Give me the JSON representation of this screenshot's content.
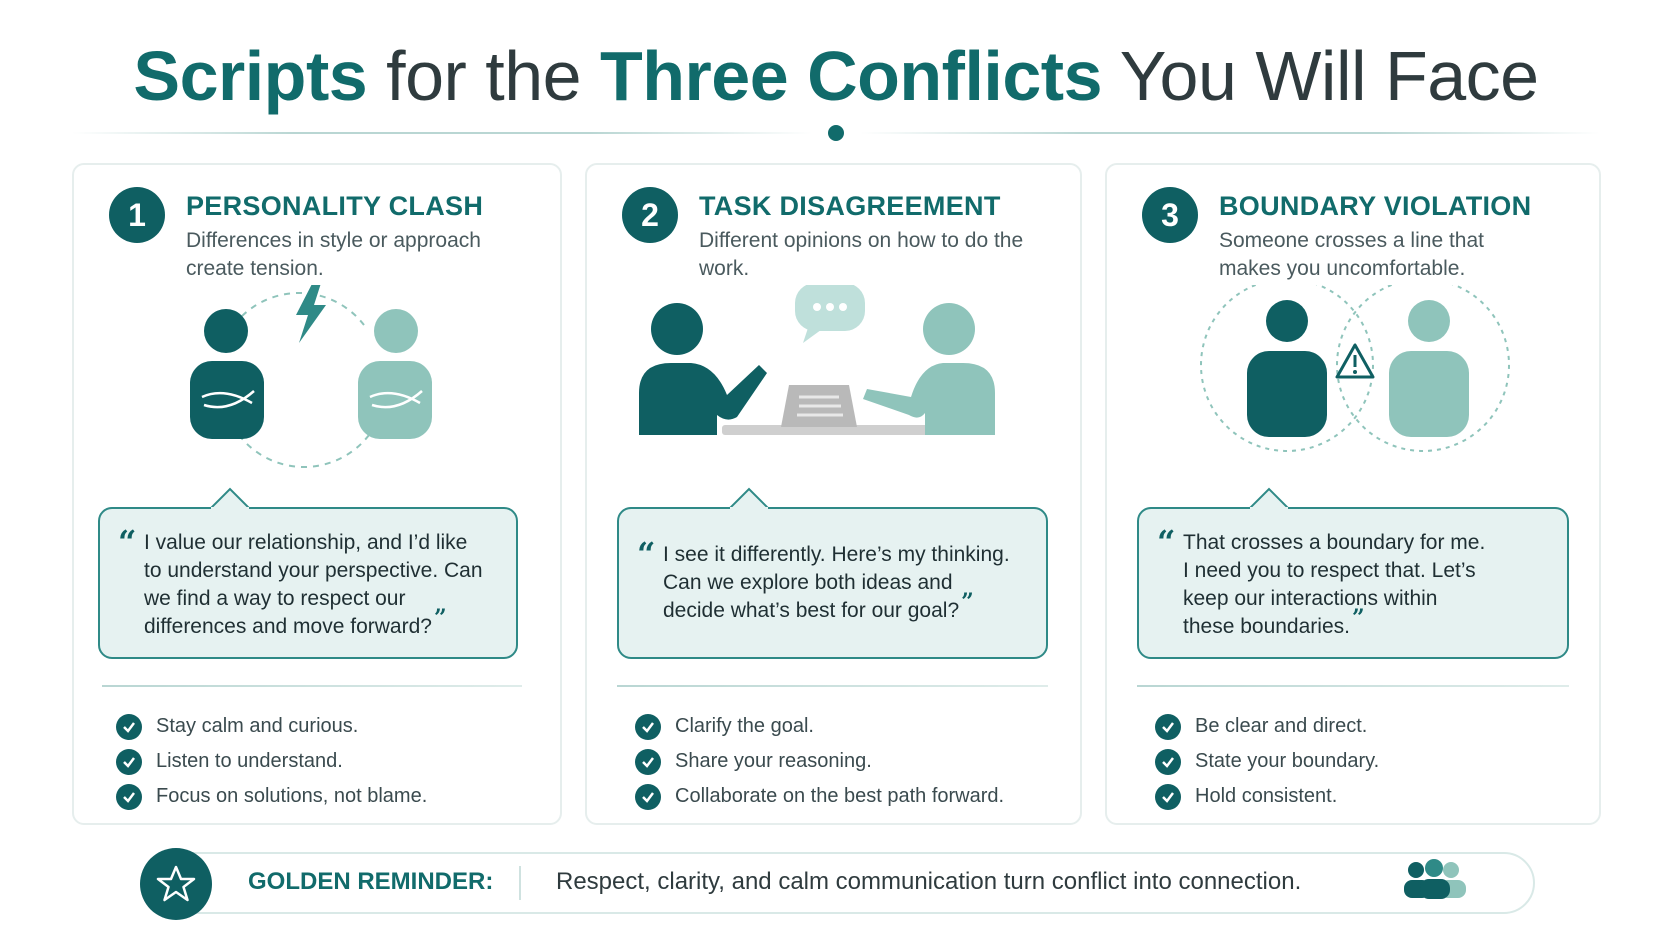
{
  "title": {
    "part1": "Scripts",
    "part2": " for the ",
    "part3": "Three Conflicts",
    "part4": " You Will Face"
  },
  "colors": {
    "primary": "#0f5f62",
    "accent": "#116b6b",
    "secondary": "#8fc4bb",
    "bubble_bg": "#e6f2f1"
  },
  "cards": [
    {
      "number": "1",
      "title": "PERSONALITY CLASH",
      "subtitle": "Differences in style or approach create tension.",
      "icon": "personality-clash-icon",
      "quote": "I value our relationship, and I’d like to understand your perspective. Can we find a way to respect our differences and move forward?",
      "tips": [
        "Stay calm and curious.",
        "Listen to understand.",
        "Focus on solutions, not blame."
      ]
    },
    {
      "number": "2",
      "title": "TASK DISAGREEMENT",
      "subtitle": "Different opinions on how to do the work.",
      "icon": "task-disagreement-icon",
      "quote": "I see it differently. Here’s my thinking. Can we explore both ideas and decide what’s best for our goal?",
      "tips": [
        "Clarify the goal.",
        "Share your reasoning.",
        "Collaborate on the best path forward."
      ]
    },
    {
      "number": "3",
      "title": "BOUNDARY VIOLATION",
      "subtitle": "Someone crosses a line that makes you uncomfortable.",
      "icon": "boundary-violation-icon",
      "quote": "That crosses a boundary for me. I need you to respect that. Let’s keep our interactions within these boundaries.",
      "tips": [
        "Be clear and direct.",
        "State your boundary.",
        "Hold consistent."
      ]
    }
  ],
  "footer": {
    "label": "GOLDEN REMINDER:",
    "text": "Respect, clarity, and calm communication turn conflict into connection.",
    "badge_icon": "star-icon",
    "end_icon": "people-group-icon"
  }
}
